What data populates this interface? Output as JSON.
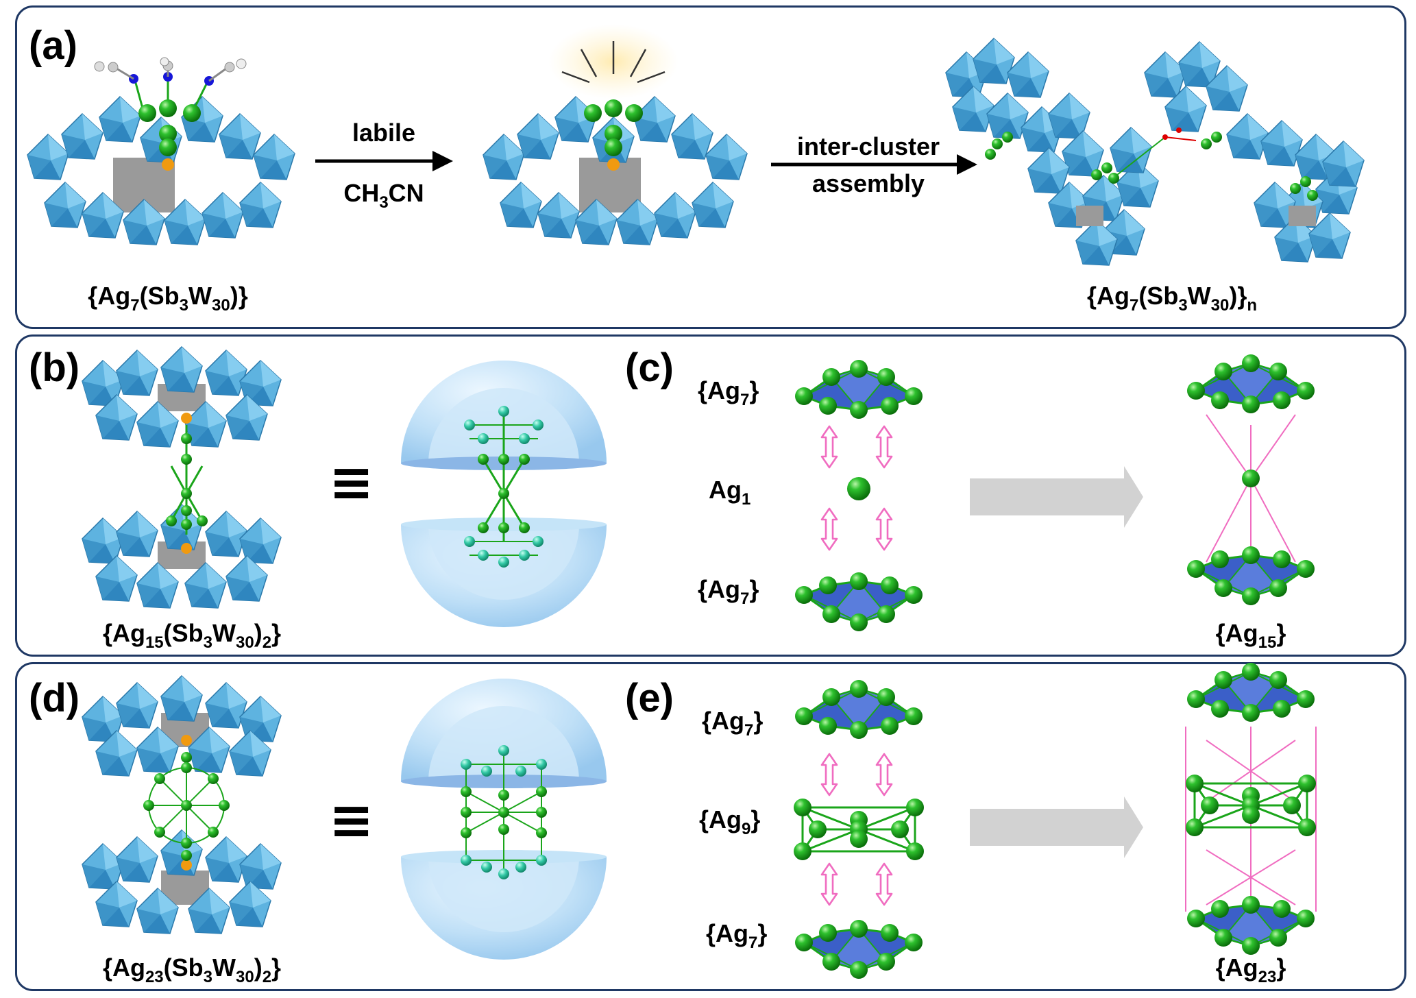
{
  "panels": {
    "a": {
      "label": "(a)",
      "left_formula": {
        "pre": "{Ag",
        "s1": "7",
        "mid1": "(Sb",
        "s2": "3",
        "mid2": "W",
        "s3": "30",
        "post": ")}"
      },
      "arrow1_top": "labile",
      "arrow1_bottom": {
        "pre": "CH",
        "s1": "3",
        "post": "CN"
      },
      "arrow2_top": "inter-cluster",
      "arrow2_bottom": "assembly",
      "right_formula": {
        "pre": "{Ag",
        "s1": "7",
        "mid1": "(Sb",
        "s2": "3",
        "mid2": "W",
        "s3": "30",
        "post": ")}",
        "s4": "n"
      }
    },
    "b": {
      "label": "(b)",
      "equiv": "≡",
      "formula": {
        "pre": "{Ag",
        "s1": "15",
        "mid1": "(Sb",
        "s2": "3",
        "mid2": "W",
        "s3": "30",
        "post": ")",
        "s4": "2",
        "end": "}"
      }
    },
    "c": {
      "label": "(c)",
      "top": {
        "pre": "{Ag",
        "s1": "7",
        "post": "}"
      },
      "middle": {
        "pre": "Ag",
        "s1": "1"
      },
      "bottom": {
        "pre": "{Ag",
        "s1": "7",
        "post": "}"
      },
      "result": {
        "pre": "{Ag",
        "s1": "15",
        "post": "}"
      }
    },
    "d": {
      "label": "(d)",
      "equiv": "≡",
      "formula": {
        "pre": "{Ag",
        "s1": "23",
        "mid1": "(Sb",
        "s2": "3",
        "mid2": "W",
        "s3": "30",
        "post": ")",
        "s4": "2",
        "end": "}"
      }
    },
    "e": {
      "label": "(e)",
      "top": {
        "pre": "{Ag",
        "s1": "7",
        "post": "}"
      },
      "middle": {
        "pre": "{Ag",
        "s1": "9",
        "post": "}"
      },
      "bottom": {
        "pre": "{Ag",
        "s1": "7",
        "post": "}"
      },
      "result": {
        "pre": "{Ag",
        "s1": "23",
        "post": "}"
      }
    }
  },
  "colors": {
    "frame": "#1f3864",
    "polyhedron": "#5eb3e0",
    "polyhedron_dark": "#2f86bf",
    "silver_atom": "#1aa51a",
    "cluster_face": "#3b5fc8",
    "bond_pink": "#f06cc0",
    "core_grey": "#9a9a9a",
    "nitrogen": "#1616d8",
    "big_arrow": "#d2d2d2"
  }
}
